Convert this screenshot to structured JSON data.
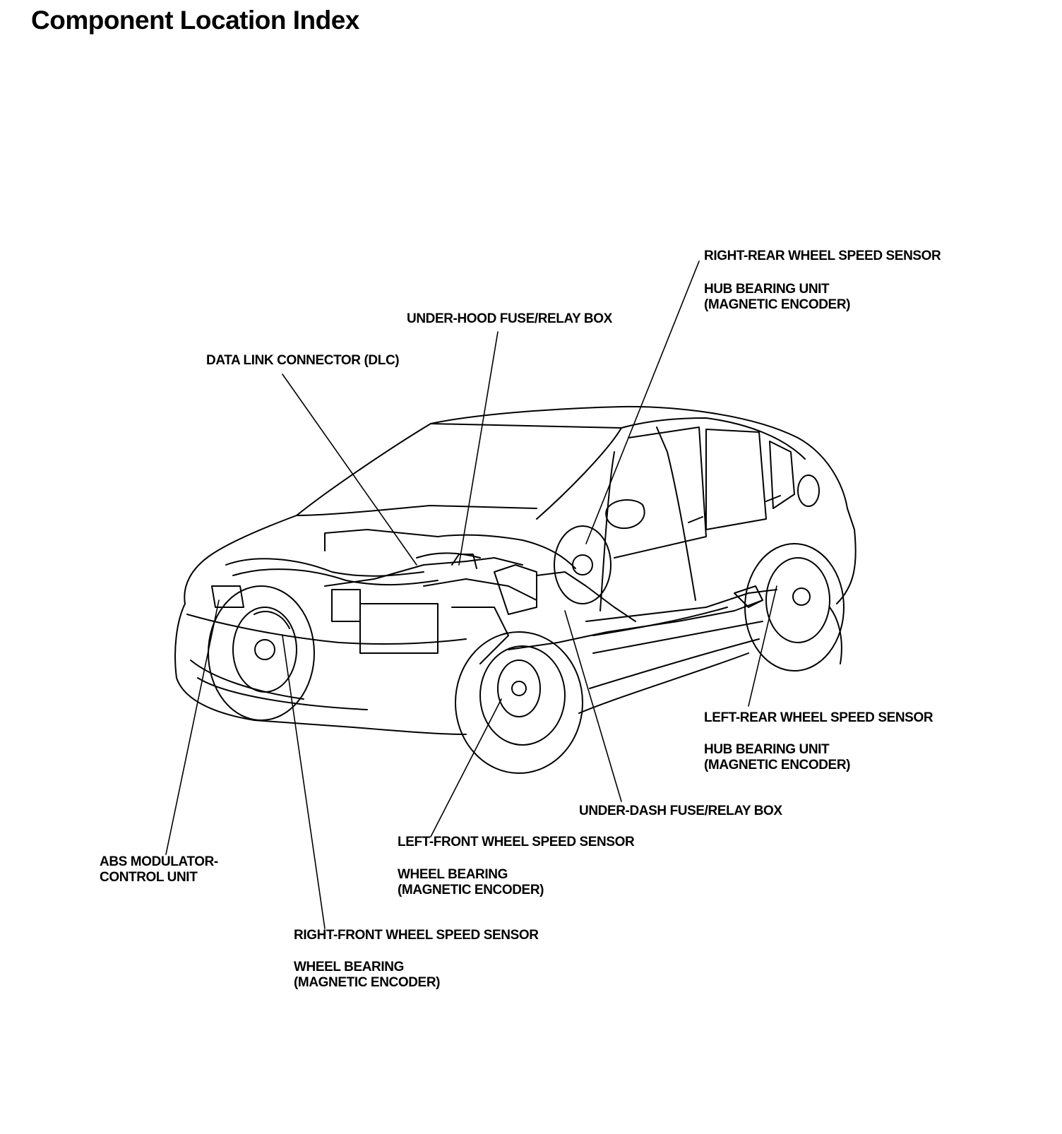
{
  "title": "Component Location Index",
  "labels": {
    "rr_sensor": "RIGHT-REAR WHEEL SPEED SENSOR",
    "rr_hub": "HUB BEARING UNIT",
    "rr_encoder": "(MAGNETIC ENCODER)",
    "underhood_box": "UNDER-HOOD FUSE/RELAY BOX",
    "dlc": "DATA LINK CONNECTOR (DLC)",
    "lr_sensor": "LEFT-REAR WHEEL SPEED SENSOR",
    "lr_hub": "HUB BEARING UNIT",
    "lr_encoder": "(MAGNETIC ENCODER)",
    "underdash_box": "UNDER-DASH FUSE/RELAY BOX",
    "lf_sensor": "LEFT-FRONT WHEEL SPEED SENSOR",
    "lf_bearing": "WHEEL BEARING",
    "lf_encoder": "(MAGNETIC ENCODER)",
    "abs_line1": "ABS MODULATOR-",
    "abs_line2": "CONTROL UNIT",
    "rf_sensor": "RIGHT-FRONT WHEEL SPEED SENSOR",
    "rf_bearing": "WHEEL BEARING",
    "rf_encoder": "(MAGNETIC ENCODER)"
  }
}
